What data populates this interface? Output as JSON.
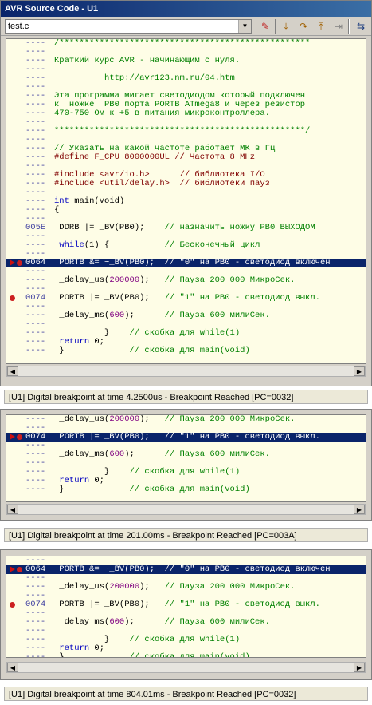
{
  "window": {
    "title": "AVR Source Code - U1"
  },
  "toolbar": {
    "file": "test.c",
    "buttons": [
      "wand-icon",
      "step-into-icon",
      "step-over-icon",
      "step-out-icon",
      "run-to-icon",
      "breakpoints-icon"
    ]
  },
  "panel1": {
    "lines": [
      {
        "num": "----",
        "txt": "/**************************************************",
        "cls": "c-com"
      },
      {
        "num": "----",
        "txt": "",
        "cls": ""
      },
      {
        "num": "----",
        "txt": "Краткий курс AVR - начинающим с нуля.",
        "cls": "c-com"
      },
      {
        "num": "----",
        "txt": "",
        "cls": ""
      },
      {
        "num": "----",
        "txt": "          http://avr123.nm.ru/04.htm",
        "cls": "c-com"
      },
      {
        "num": "----",
        "txt": "",
        "cls": ""
      },
      {
        "num": "----",
        "txt": "Эта программа мигает светодиодом который подключен",
        "cls": "c-com"
      },
      {
        "num": "----",
        "txt": "к  ножке  PB0 порта PORTB ATmega8 и через резистор",
        "cls": "c-com"
      },
      {
        "num": "----",
        "txt": "470-750 Ом к +5 в питания микроконтроллера.",
        "cls": "c-com"
      },
      {
        "num": "----",
        "txt": "",
        "cls": ""
      },
      {
        "num": "----",
        "txt": "**************************************************/",
        "cls": "c-com"
      },
      {
        "num": "----",
        "txt": "",
        "cls": ""
      },
      {
        "num": "----",
        "txt": "// Указать на какой частоте работает МК в Гц",
        "cls": "c-com"
      },
      {
        "num": "----",
        "txt": "#define F_CPU 8000000UL // Частота 8 MHz",
        "cls": "c-dir"
      },
      {
        "num": "----",
        "txt": "",
        "cls": ""
      },
      {
        "num": "----",
        "txt": "#include <avr/io.h>      // библиотека I/O",
        "cls": "c-dir"
      },
      {
        "num": "----",
        "txt": "#include <util/delay.h>  // библиотеки пауз",
        "cls": "c-dir"
      },
      {
        "num": "----",
        "txt": "",
        "cls": ""
      },
      {
        "num": "----",
        "txt": "int main(void)",
        "cls": ""
      },
      {
        "num": "----",
        "txt": "{",
        "cls": ""
      },
      {
        "num": "----",
        "txt": "",
        "cls": ""
      },
      {
        "num": "005E",
        "txt": " DDRB |= _BV(PB0);    // назначить ножку PB0 ВЫХОДОМ",
        "cls": ""
      },
      {
        "num": "----",
        "txt": "",
        "cls": ""
      },
      {
        "num": "----",
        "txt": " while(1) {           // Бесконечный цикл",
        "cls": ""
      },
      {
        "num": "----",
        "txt": "",
        "cls": ""
      },
      {
        "num": "0064",
        "txt": " PORTB &= ~_BV(PB0);  // \"0\" на PB0 - светодиод включен",
        "cls": "",
        "hl": true,
        "bp": "arrow"
      },
      {
        "num": "----",
        "txt": "",
        "cls": ""
      },
      {
        "num": "----",
        "txt": " _delay_us(200000);   // Пауза 200 000 МикроСек.",
        "cls": ""
      },
      {
        "num": "----",
        "txt": "",
        "cls": ""
      },
      {
        "num": "0074",
        "txt": " PORTB |= _BV(PB0);   // \"1\" на PB0 - светодиод выкл.",
        "cls": "",
        "bp": "dot"
      },
      {
        "num": "----",
        "txt": "",
        "cls": ""
      },
      {
        "num": "----",
        "txt": " _delay_ms(600);      // Пауза 600 милиСек.",
        "cls": ""
      },
      {
        "num": "----",
        "txt": "",
        "cls": ""
      },
      {
        "num": "----",
        "txt": "          }    // скобка для while(1)",
        "cls": ""
      },
      {
        "num": "----",
        "txt": " return 0;",
        "cls": ""
      },
      {
        "num": "----",
        "txt": " }             // скобка для main(void)",
        "cls": ""
      }
    ]
  },
  "status1": "[U1] Digital breakpoint at time 4.2500us - Breakpoint Reached [PC=0032]",
  "panel2": {
    "lines": [
      {
        "num": "----",
        "txt": " _delay_us(200000);   // Пауза 200 000 МикроСек.",
        "cls": ""
      },
      {
        "num": "----",
        "txt": "",
        "cls": ""
      },
      {
        "num": "0074",
        "txt": " PORTB |= _BV(PB0);   // \"1\" на PB0 - светодиод выкл.",
        "cls": "",
        "hl": true,
        "bp": "arrow"
      },
      {
        "num": "----",
        "txt": "",
        "cls": ""
      },
      {
        "num": "----",
        "txt": " _delay_ms(600);      // Пауза 600 милиСек.",
        "cls": ""
      },
      {
        "num": "----",
        "txt": "",
        "cls": ""
      },
      {
        "num": "----",
        "txt": "          }    // скобка для while(1)",
        "cls": ""
      },
      {
        "num": "----",
        "txt": " return 0;",
        "cls": ""
      },
      {
        "num": "----",
        "txt": " }             // скобка для main(void)",
        "cls": ""
      }
    ]
  },
  "status2": "[U1] Digital breakpoint at time 201.00ms - Breakpoint Reached [PC=003A]",
  "panel3": {
    "lines": [
      {
        "num": "----",
        "txt": "",
        "cls": ""
      },
      {
        "num": "0064",
        "txt": " PORTB &= ~_BV(PB0);  // \"0\" на PB0 - светодиод включен",
        "cls": "",
        "hl": true,
        "bp": "arrow"
      },
      {
        "num": "----",
        "txt": "",
        "cls": ""
      },
      {
        "num": "----",
        "txt": " _delay_us(200000);   // Пауза 200 000 МикроСек.",
        "cls": ""
      },
      {
        "num": "----",
        "txt": "",
        "cls": ""
      },
      {
        "num": "0074",
        "txt": " PORTB |= _BV(PB0);   // \"1\" на PB0 - светодиод выкл.",
        "cls": "",
        "bp": "dot"
      },
      {
        "num": "----",
        "txt": "",
        "cls": ""
      },
      {
        "num": "----",
        "txt": " _delay_ms(600);      // Пауза 600 милиСек.",
        "cls": ""
      },
      {
        "num": "----",
        "txt": "",
        "cls": ""
      },
      {
        "num": "----",
        "txt": "          }    // скобка для while(1)",
        "cls": ""
      },
      {
        "num": "----",
        "txt": " return 0;",
        "cls": ""
      },
      {
        "num": "----",
        "txt": " }             // скобка для main(void)",
        "cls": ""
      }
    ]
  },
  "status3": "[U1] Digital breakpoint at time 804.01ms - Breakpoint Reached [PC=0032]"
}
